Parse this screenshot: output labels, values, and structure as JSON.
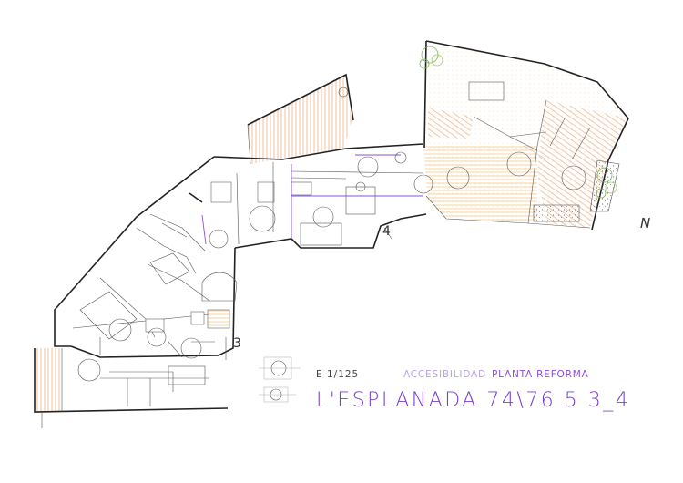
{
  "labels": {
    "north": "N",
    "door_3": "3",
    "door_4": "4",
    "scale": "E 1/125",
    "title_access": "ACCESIBILIDAD",
    "title_plan": "PLANTA REFORMA",
    "address": "L'ESPLANADA 74\\76 5 3_4"
  },
  "icons": {
    "wheelchair": "wheelchair-turning-circle-icon",
    "tree": "tree-icon",
    "compass": "north-arrow-icon"
  },
  "colors": {
    "walls": "#222222",
    "hatch_terrace": "#e8a874",
    "hatch_reform": "#f2c37a",
    "accessibility_line": "#8a4fd8",
    "title_purple": "#7a3fd0",
    "greenery": "#7fb35a"
  }
}
